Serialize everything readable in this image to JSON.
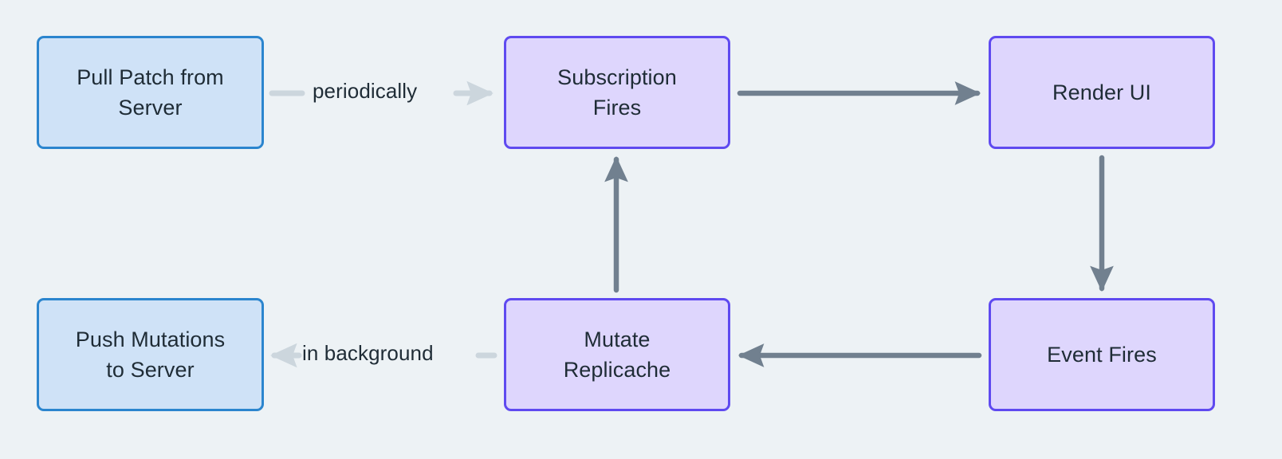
{
  "diagram": {
    "type": "flowchart",
    "background_color": "#edf2f5",
    "text_color": "#1f2c36",
    "arrow_color": "#71808f",
    "label_arrow_color": "#ccd6dd",
    "node_styles": {
      "blue": {
        "fill": "#cfe2f7",
        "stroke": "#2b85ce"
      },
      "purple": {
        "fill": "#ded6fd",
        "stroke": "#5f4af0"
      }
    },
    "nodes": [
      {
        "id": "pull",
        "label": "Pull Patch from\nServer",
        "style": "blue"
      },
      {
        "id": "sub",
        "label": "Subscription\nFires",
        "style": "purple"
      },
      {
        "id": "render",
        "label": "Render UI",
        "style": "purple"
      },
      {
        "id": "push",
        "label": "Push Mutations\nto Server",
        "style": "blue"
      },
      {
        "id": "mutate",
        "label": "Mutate\nReplicache",
        "style": "purple"
      },
      {
        "id": "event",
        "label": "Event Fires",
        "style": "purple"
      }
    ],
    "edges": [
      {
        "from": "pull",
        "to": "sub",
        "label": "periodically",
        "direction": "right",
        "style": "dotted-light"
      },
      {
        "from": "sub",
        "to": "render",
        "label": "",
        "direction": "right",
        "style": "solid"
      },
      {
        "from": "render",
        "to": "event",
        "label": "",
        "direction": "down",
        "style": "solid"
      },
      {
        "from": "event",
        "to": "mutate",
        "label": "",
        "direction": "left",
        "style": "solid"
      },
      {
        "from": "mutate",
        "to": "push",
        "label": "in background",
        "direction": "left",
        "style": "dotted-light"
      },
      {
        "from": "mutate",
        "to": "sub",
        "label": "",
        "direction": "up",
        "style": "solid"
      }
    ]
  }
}
